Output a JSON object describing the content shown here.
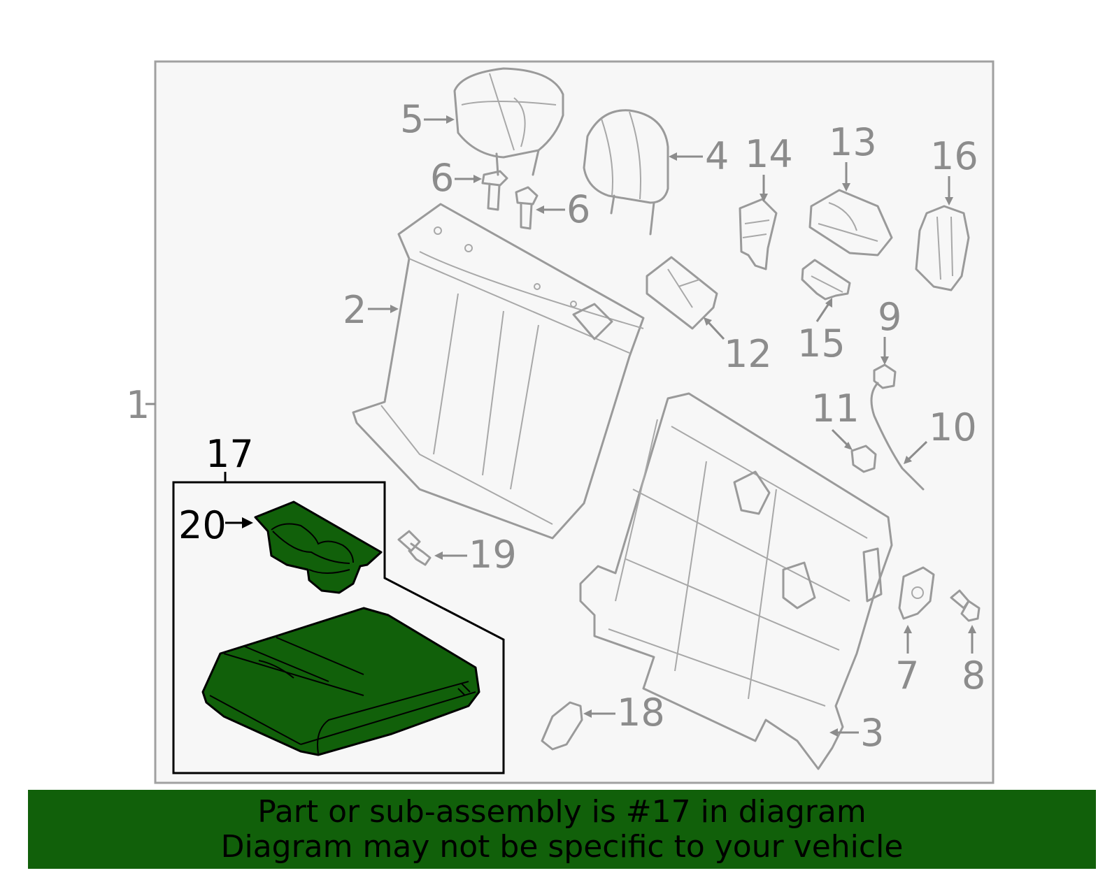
{
  "diagram": {
    "callouts": [
      {
        "id": "1",
        "highlighted": false
      },
      {
        "id": "2",
        "highlighted": false
      },
      {
        "id": "3",
        "highlighted": false
      },
      {
        "id": "4",
        "highlighted": false
      },
      {
        "id": "5",
        "highlighted": false
      },
      {
        "id": "6a",
        "text": "6",
        "highlighted": false
      },
      {
        "id": "6b",
        "text": "6",
        "highlighted": false
      },
      {
        "id": "7",
        "highlighted": false
      },
      {
        "id": "8",
        "highlighted": false
      },
      {
        "id": "9",
        "highlighted": false
      },
      {
        "id": "10",
        "highlighted": false
      },
      {
        "id": "11",
        "highlighted": false
      },
      {
        "id": "12",
        "highlighted": false
      },
      {
        "id": "13",
        "highlighted": false
      },
      {
        "id": "14",
        "highlighted": false
      },
      {
        "id": "15",
        "highlighted": false
      },
      {
        "id": "16",
        "highlighted": false
      },
      {
        "id": "17",
        "highlighted": true
      },
      {
        "id": "18",
        "highlighted": false
      },
      {
        "id": "19",
        "highlighted": false
      },
      {
        "id": "20",
        "highlighted": true
      }
    ],
    "labels": {
      "c1": "1",
      "c2": "2",
      "c3": "3",
      "c4": "4",
      "c5": "5",
      "c6a": "6",
      "c6b": "6",
      "c7": "7",
      "c8": "8",
      "c9": "9",
      "c10": "10",
      "c11": "11",
      "c12": "12",
      "c13": "13",
      "c14": "14",
      "c15": "15",
      "c16": "16",
      "c17": "17",
      "c18": "18",
      "c19": "19",
      "c20": "20"
    },
    "highlight_color": "#11600a",
    "line_color": "#9a9a9a"
  },
  "banner": {
    "line1": "Part or sub-assembly is #17 in diagram",
    "line2": "Diagram may not be specific to your vehicle",
    "background": "#11600a"
  }
}
